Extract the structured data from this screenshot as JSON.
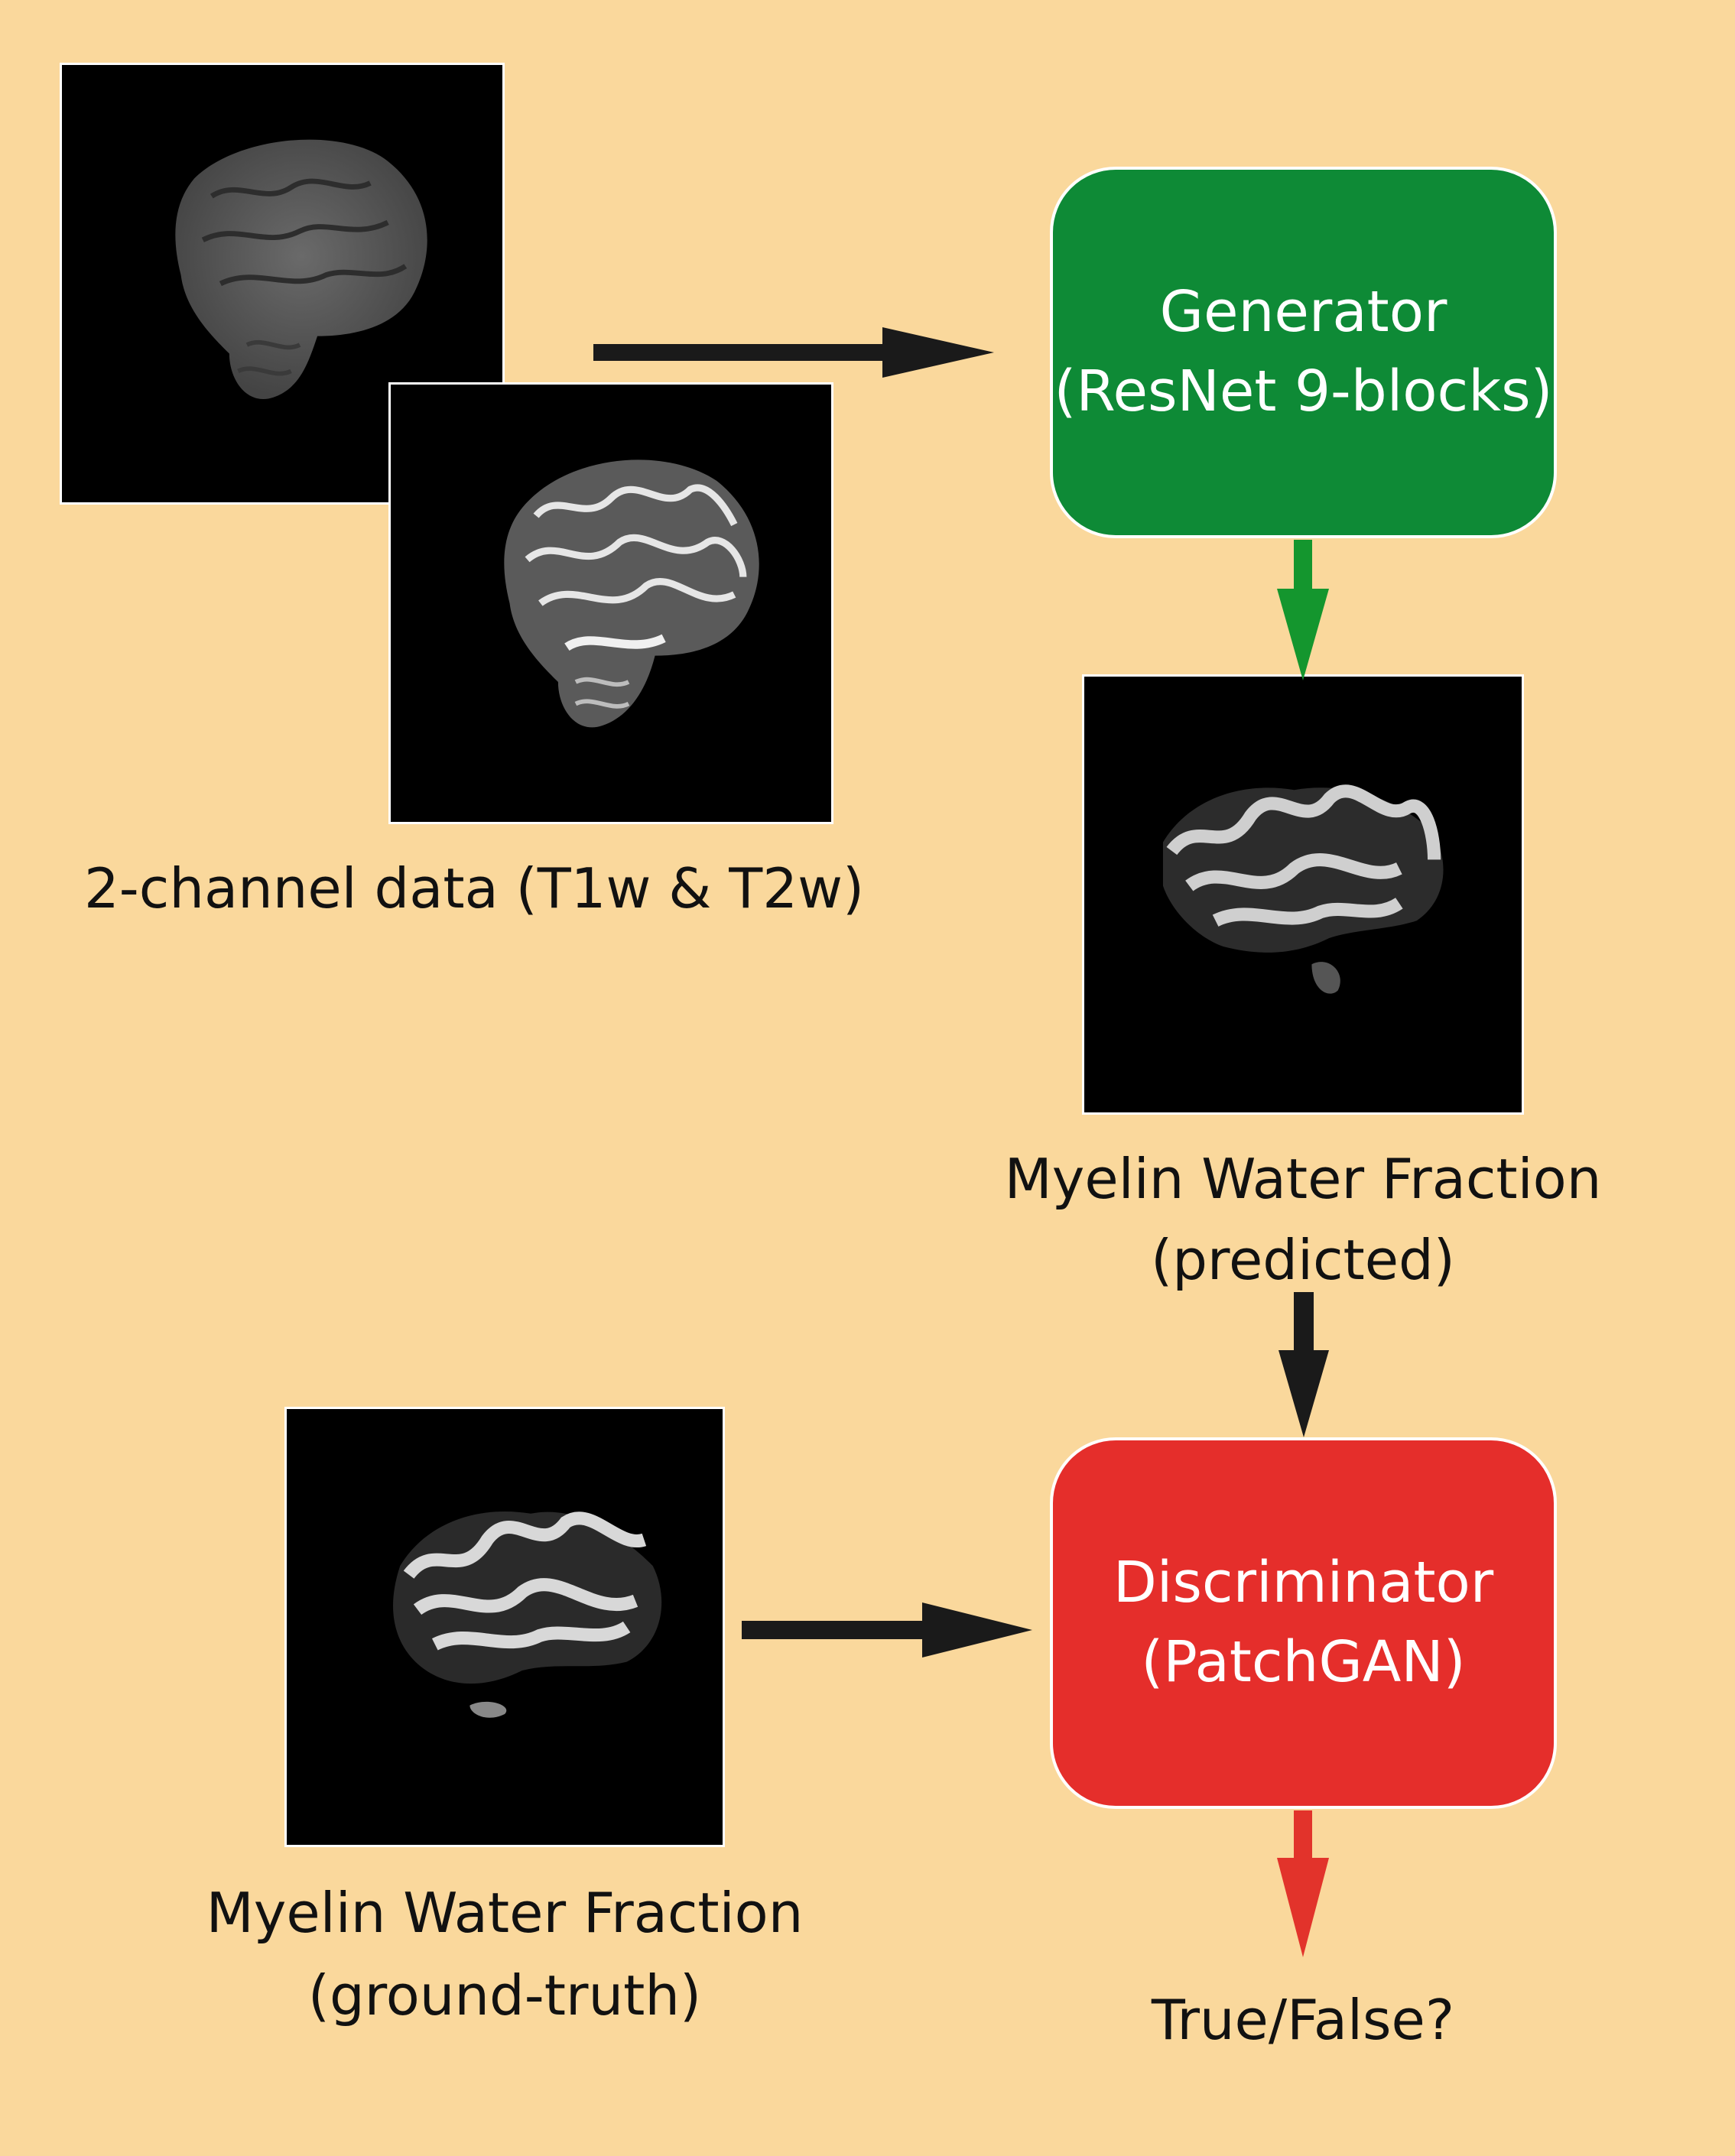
{
  "colors": {
    "background": "#FAD89C",
    "generator_fill": "#0E8A36",
    "discriminator_fill": "#E52E2B",
    "arrow_dark": "#1A1A1A",
    "arrow_green": "#14962E",
    "arrow_red": "#E2332B"
  },
  "generator": {
    "title": "Generator",
    "subtitle": "(ResNet 9-blocks)"
  },
  "discriminator": {
    "title": "Discriminator",
    "subtitle": "(PatchGAN)"
  },
  "labels": {
    "input": "2-channel data (T1w & T2w)",
    "predicted_line1": "Myelin Water Fraction",
    "predicted_line2": "(predicted)",
    "groundtruth_line1": "Myelin Water Fraction",
    "groundtruth_line2": "(ground-truth)",
    "output": "True/False?"
  }
}
